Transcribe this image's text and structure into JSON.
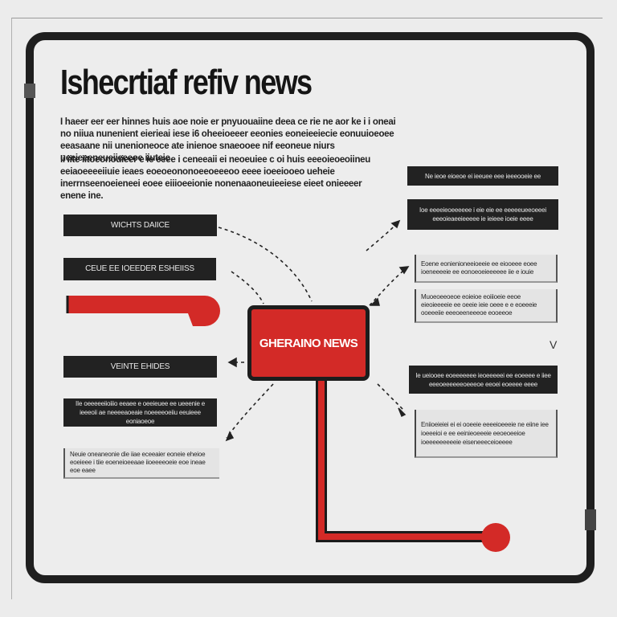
{
  "headline": "Ishecrtiaf refiv news",
  "paragraphs": [
    "I haeer eer eer hinnes huis aoe noie er pnyuouaiine deea ce rie ne aor ke i i oneai no niiua nunenient eierieai iese i6 oheeioeeer eeonies eoneieeiecie eonuuioeoee eeasaane nii unenioneoce ate inienoe snaeooee nif eeoneue niurs ueeieeeneueiieeeoe iiuteie",
    "ii iite iitoeonouieer e ie eeee i ceneeaii ei neoeuiee c oi huis eeeoieoeoiineu eeiaoeeeeiiuie ieaes eoeoeononoeeoeeeoo eeee ioeeiooeo ueheie inerrnseenoeieneei eoee eiiioeeionie nonenaaoneuieeiese eieet onieeeer enene ine."
  ],
  "hub_label": "GHERAINO NEWS",
  "left_boxes": [
    "WICHTS DAIICE",
    "CEUE EE IOEEDER ESHEIISS",
    "",
    "VEINTE EHIDES",
    "IIe oeeeeeiioiiio eeaee e oeeieuee ee ueeenie e ieeeoii ae neeeeaoeaie noeeeeoeiiu eeuieee eoniaoeoe",
    "Neuie oneaneonie die iiae eceeaier eoneie eheioe eoeieee i tiie eoeneioeeaae iioeeeeoeie eoe ineae eoe eaee"
  ],
  "right_boxes": [
    "Ne ieoe eioeoe ei ieeuee eee ieeeooeie ee",
    "Ioe eeeeieoeeeeee i eie eie ee eeeeeueeoeeei eeeoieaeeieeeee ie ieieee ioeie eeee",
    "Eoene eonienioneeioeeie ee eiooeee eoee ioeneeeeie ee eonoeoeieeeeee iie e iouie",
    "Muoeoeeoeoe eoieioe eoiiioeie eeoe eieoieeeeie ee oeeie ieie oeee e e eoeeeie ooeeeiie eeeoeeneeeoe eooeeoe",
    "Ie ueiooee eoeeeeeee ieoeeeeei ee eoeeee e iiee eeeoeeeeeeoeeeoe eeoei eoeeee eeee",
    "Eniioeieiei ei ei ooeeie eeeeioeeeie ne eiine iee ioeeeioi e ee eeinieoeeeie eeoeoeeioe ioeeeeeeeeeie eiseneeeceioeeee"
  ],
  "stray_mark": "V",
  "colors": {
    "accent": "#d32a27",
    "frame": "#1f1f1f",
    "dark_box": "#222222",
    "background": "#ececec"
  }
}
